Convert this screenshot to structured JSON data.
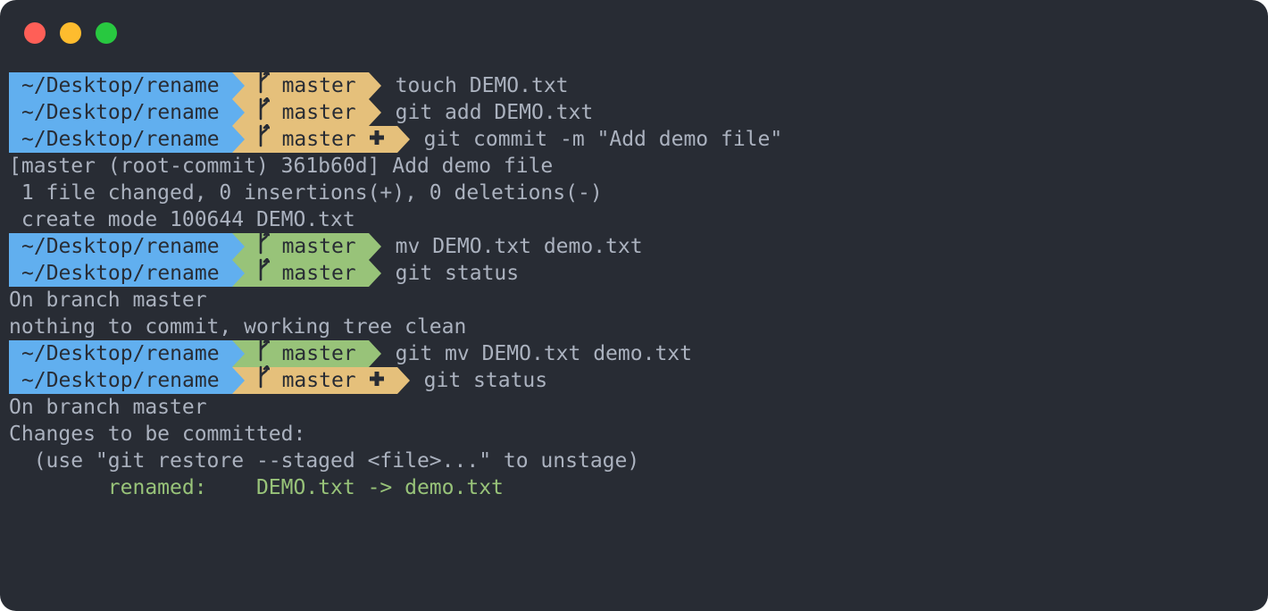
{
  "window": {
    "traffic_lights": {
      "close_color": "#ff5f57",
      "minimize_color": "#febc2e",
      "maximize_color": "#28c840"
    }
  },
  "colors": {
    "background": "#282c34",
    "path_segment": "#61afef",
    "branch_dirty": "#e5c07b",
    "branch_clean": "#98c379",
    "text": "#abb2bf",
    "green_text": "#98c379"
  },
  "icons": {
    "branch": "git-branch-icon",
    "staged": "plus-icon"
  },
  "lines": [
    {
      "type": "prompt",
      "path": "~/Desktop/rename",
      "branch": "master",
      "state": "dirty",
      "staged": false,
      "command": "touch DEMO.txt"
    },
    {
      "type": "prompt",
      "path": "~/Desktop/rename",
      "branch": "master",
      "state": "dirty",
      "staged": false,
      "command": "git add DEMO.txt"
    },
    {
      "type": "prompt",
      "path": "~/Desktop/rename",
      "branch": "master",
      "state": "dirty",
      "staged": true,
      "command": "git commit -m \"Add demo file\""
    },
    {
      "type": "output",
      "text": "[master (root-commit) 361b60d] Add demo file"
    },
    {
      "type": "output",
      "text": " 1 file changed, 0 insertions(+), 0 deletions(-)"
    },
    {
      "type": "output",
      "text": " create mode 100644 DEMO.txt"
    },
    {
      "type": "prompt",
      "path": "~/Desktop/rename",
      "branch": "master",
      "state": "clean",
      "staged": false,
      "command": "mv DEMO.txt demo.txt"
    },
    {
      "type": "prompt",
      "path": "~/Desktop/rename",
      "branch": "master",
      "state": "clean",
      "staged": false,
      "command": "git status"
    },
    {
      "type": "output",
      "text": "On branch master"
    },
    {
      "type": "output",
      "text": "nothing to commit, working tree clean"
    },
    {
      "type": "prompt",
      "path": "~/Desktop/rename",
      "branch": "master",
      "state": "clean",
      "staged": false,
      "command": "git mv DEMO.txt demo.txt"
    },
    {
      "type": "prompt",
      "path": "~/Desktop/rename",
      "branch": "master",
      "state": "dirty",
      "staged": true,
      "command": "git status"
    },
    {
      "type": "output",
      "text": "On branch master"
    },
    {
      "type": "output",
      "text": "Changes to be committed:"
    },
    {
      "type": "output",
      "text": "  (use \"git restore --staged <file>...\" to unstage)"
    },
    {
      "type": "output",
      "text": "        renamed:    DEMO.txt -> demo.txt",
      "color": "green"
    }
  ]
}
